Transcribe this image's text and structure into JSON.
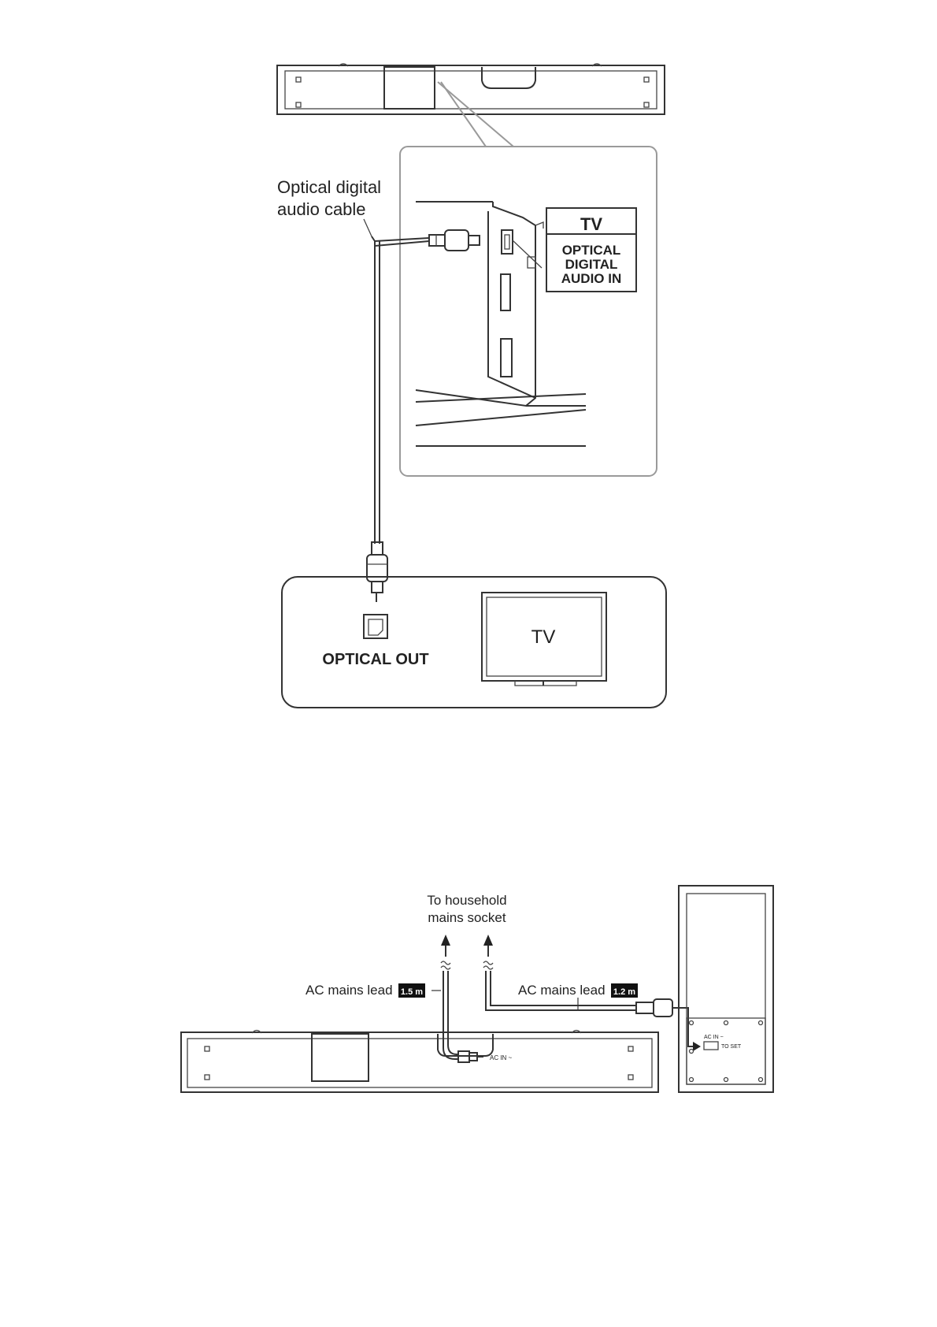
{
  "diagram1": {
    "cable_label_line1": "Optical digital",
    "cable_label_line2": "audio cable",
    "port_header": "TV",
    "port_label_line1": "OPTICAL",
    "port_label_line2": "DIGITAL",
    "port_label_line3": "AUDIO IN",
    "tv_output_label": "OPTICAL OUT",
    "tv_screen_label": "TV"
  },
  "diagram2": {
    "socket_label_line1": "To household",
    "socket_label_line2": "mains socket",
    "lead1_label": "AC mains lead",
    "lead1_length": "1.5 m",
    "lead2_label": "AC mains lead",
    "lead2_length": "1.2 m",
    "soundbar_port_label": "AC IN ~",
    "subwoofer_port_label1": "AC IN ~",
    "subwoofer_port_label2": "TO SET"
  }
}
